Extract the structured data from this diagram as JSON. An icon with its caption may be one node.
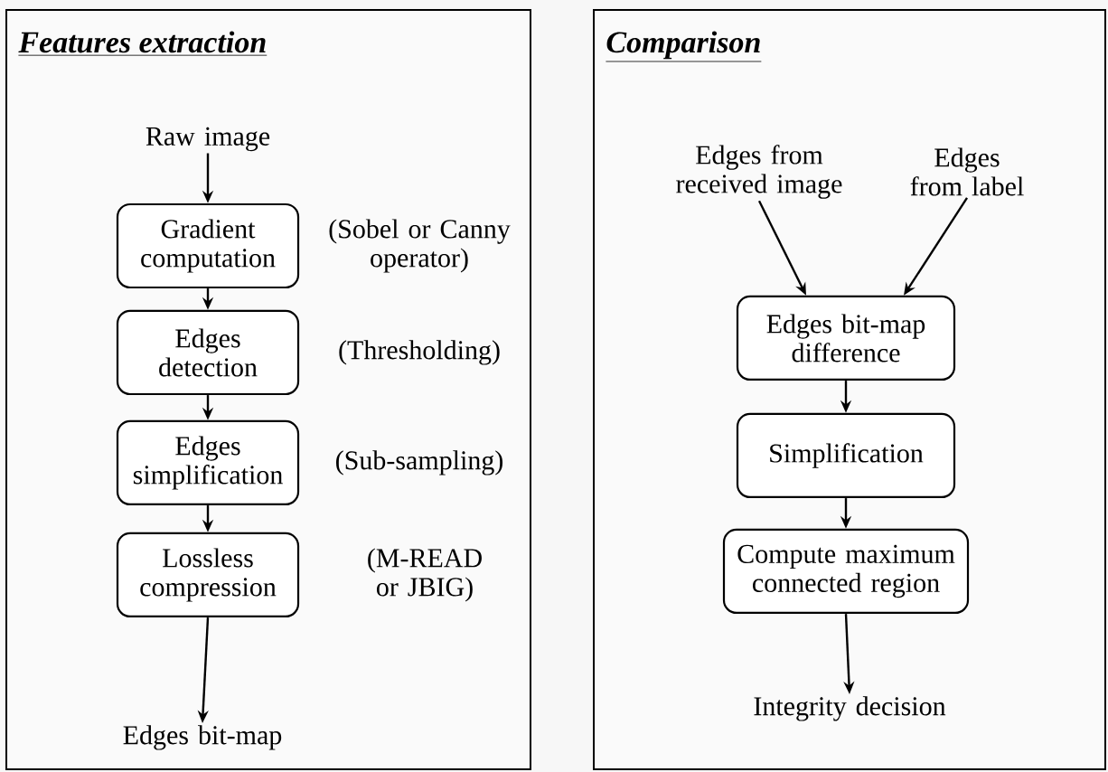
{
  "diagram": {
    "nodes": [
      {
        "text": [
          "Features extraction"
        ]
      },
      {
        "text": [
          "Raw image"
        ],
        "in": 0
      },
      {
        "text": [
          "Gradient computation"
        ],
        "in": 0,
        "beside": [
          "(Sobel or Canny operator)"
        ]
      },
      {
        "text": [
          "Edges detection"
        ],
        "in": 0,
        "beside": [
          "(Thresholding)"
        ]
      },
      {
        "text": [
          "Edges simplification"
        ],
        "in": 0,
        "beside": [
          "(Sub-sampling)"
        ]
      },
      {
        "text": [
          "Lossless compression"
        ],
        "in": 0,
        "beside": [
          "(M-READ or JBIG)"
        ]
      },
      {
        "text": [
          "Edges bit-map"
        ],
        "in": 0
      },
      {
        "text": [
          "Comparison"
        ]
      },
      {
        "text": [
          "Edges from received image"
        ],
        "in": 7
      },
      {
        "text": [
          "Edges from label"
        ],
        "in": 7
      },
      {
        "text": [
          "Edges bit-map difference"
        ],
        "in": 7
      },
      {
        "text": [
          "Simplification"
        ],
        "in": 7
      },
      {
        "text": [
          "Compute maximum connected region"
        ],
        "in": 7
      },
      {
        "text": [
          "Integrity decision"
        ],
        "in": 7
      }
    ],
    "edges": [
      {
        "from": 1,
        "to": 2,
        "arrow": "to"
      },
      {
        "from": 2,
        "to": 3,
        "arrow": "to"
      },
      {
        "from": 3,
        "to": 4,
        "arrow": "to"
      },
      {
        "from": 4,
        "to": 5,
        "arrow": "to"
      },
      {
        "from": 5,
        "to": 6,
        "arrow": "to"
      },
      {
        "from": 8,
        "to": 10,
        "arrow": "to"
      },
      {
        "from": 9,
        "to": 10,
        "arrow": "to"
      },
      {
        "from": 10,
        "to": 11,
        "arrow": "to"
      },
      {
        "from": 11,
        "to": 12,
        "arrow": "to"
      },
      {
        "from": 12,
        "to": 13,
        "arrow": "to"
      }
    ]
  }
}
